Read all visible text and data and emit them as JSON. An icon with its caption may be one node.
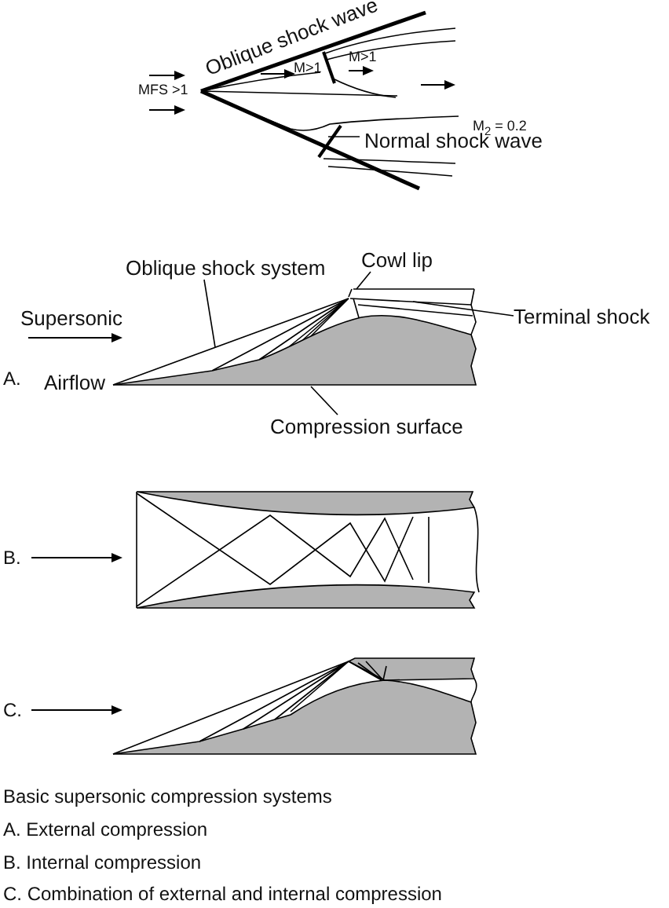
{
  "diagram": {
    "caption": "Basic supersonic compression systems",
    "nodes": [
      {
        "text": [
          "Oblique shock system"
        ]
      },
      {
        "text": [
          "Cowl lip"
        ]
      },
      {
        "text": [
          "Terminal shock"
        ]
      },
      {
        "text": [
          "Compression surface"
        ]
      },
      {
        "text": [],
        "shape": "picture"
      },
      {
        "text": [],
        "shape": "line"
      },
      {
        "text": [],
        "shape": "picture"
      },
      {
        "text": [],
        "shape": "line"
      }
    ],
    "edges": [
      {
        "from": 0,
        "to": 5,
        "arrow": "none"
      },
      {
        "from": 1,
        "to": 6,
        "arrow": "none"
      },
      {
        "from": 2,
        "to": 7,
        "arrow": "none"
      },
      {
        "from": 3,
        "to": 4,
        "arrow": "none"
      }
    ],
    "labels": [
      "Oblique shock wave",
      "MFS >1",
      "M>1",
      "M>1",
      "M$_{2}$ = 0.2",
      "Normal shock wave",
      "Supersonic",
      "A.",
      "Airflow",
      "B.",
      "C.",
      "A.  External compression",
      "B.  Internal compression",
      "C.  Combination of external and internal compression"
    ]
  }
}
